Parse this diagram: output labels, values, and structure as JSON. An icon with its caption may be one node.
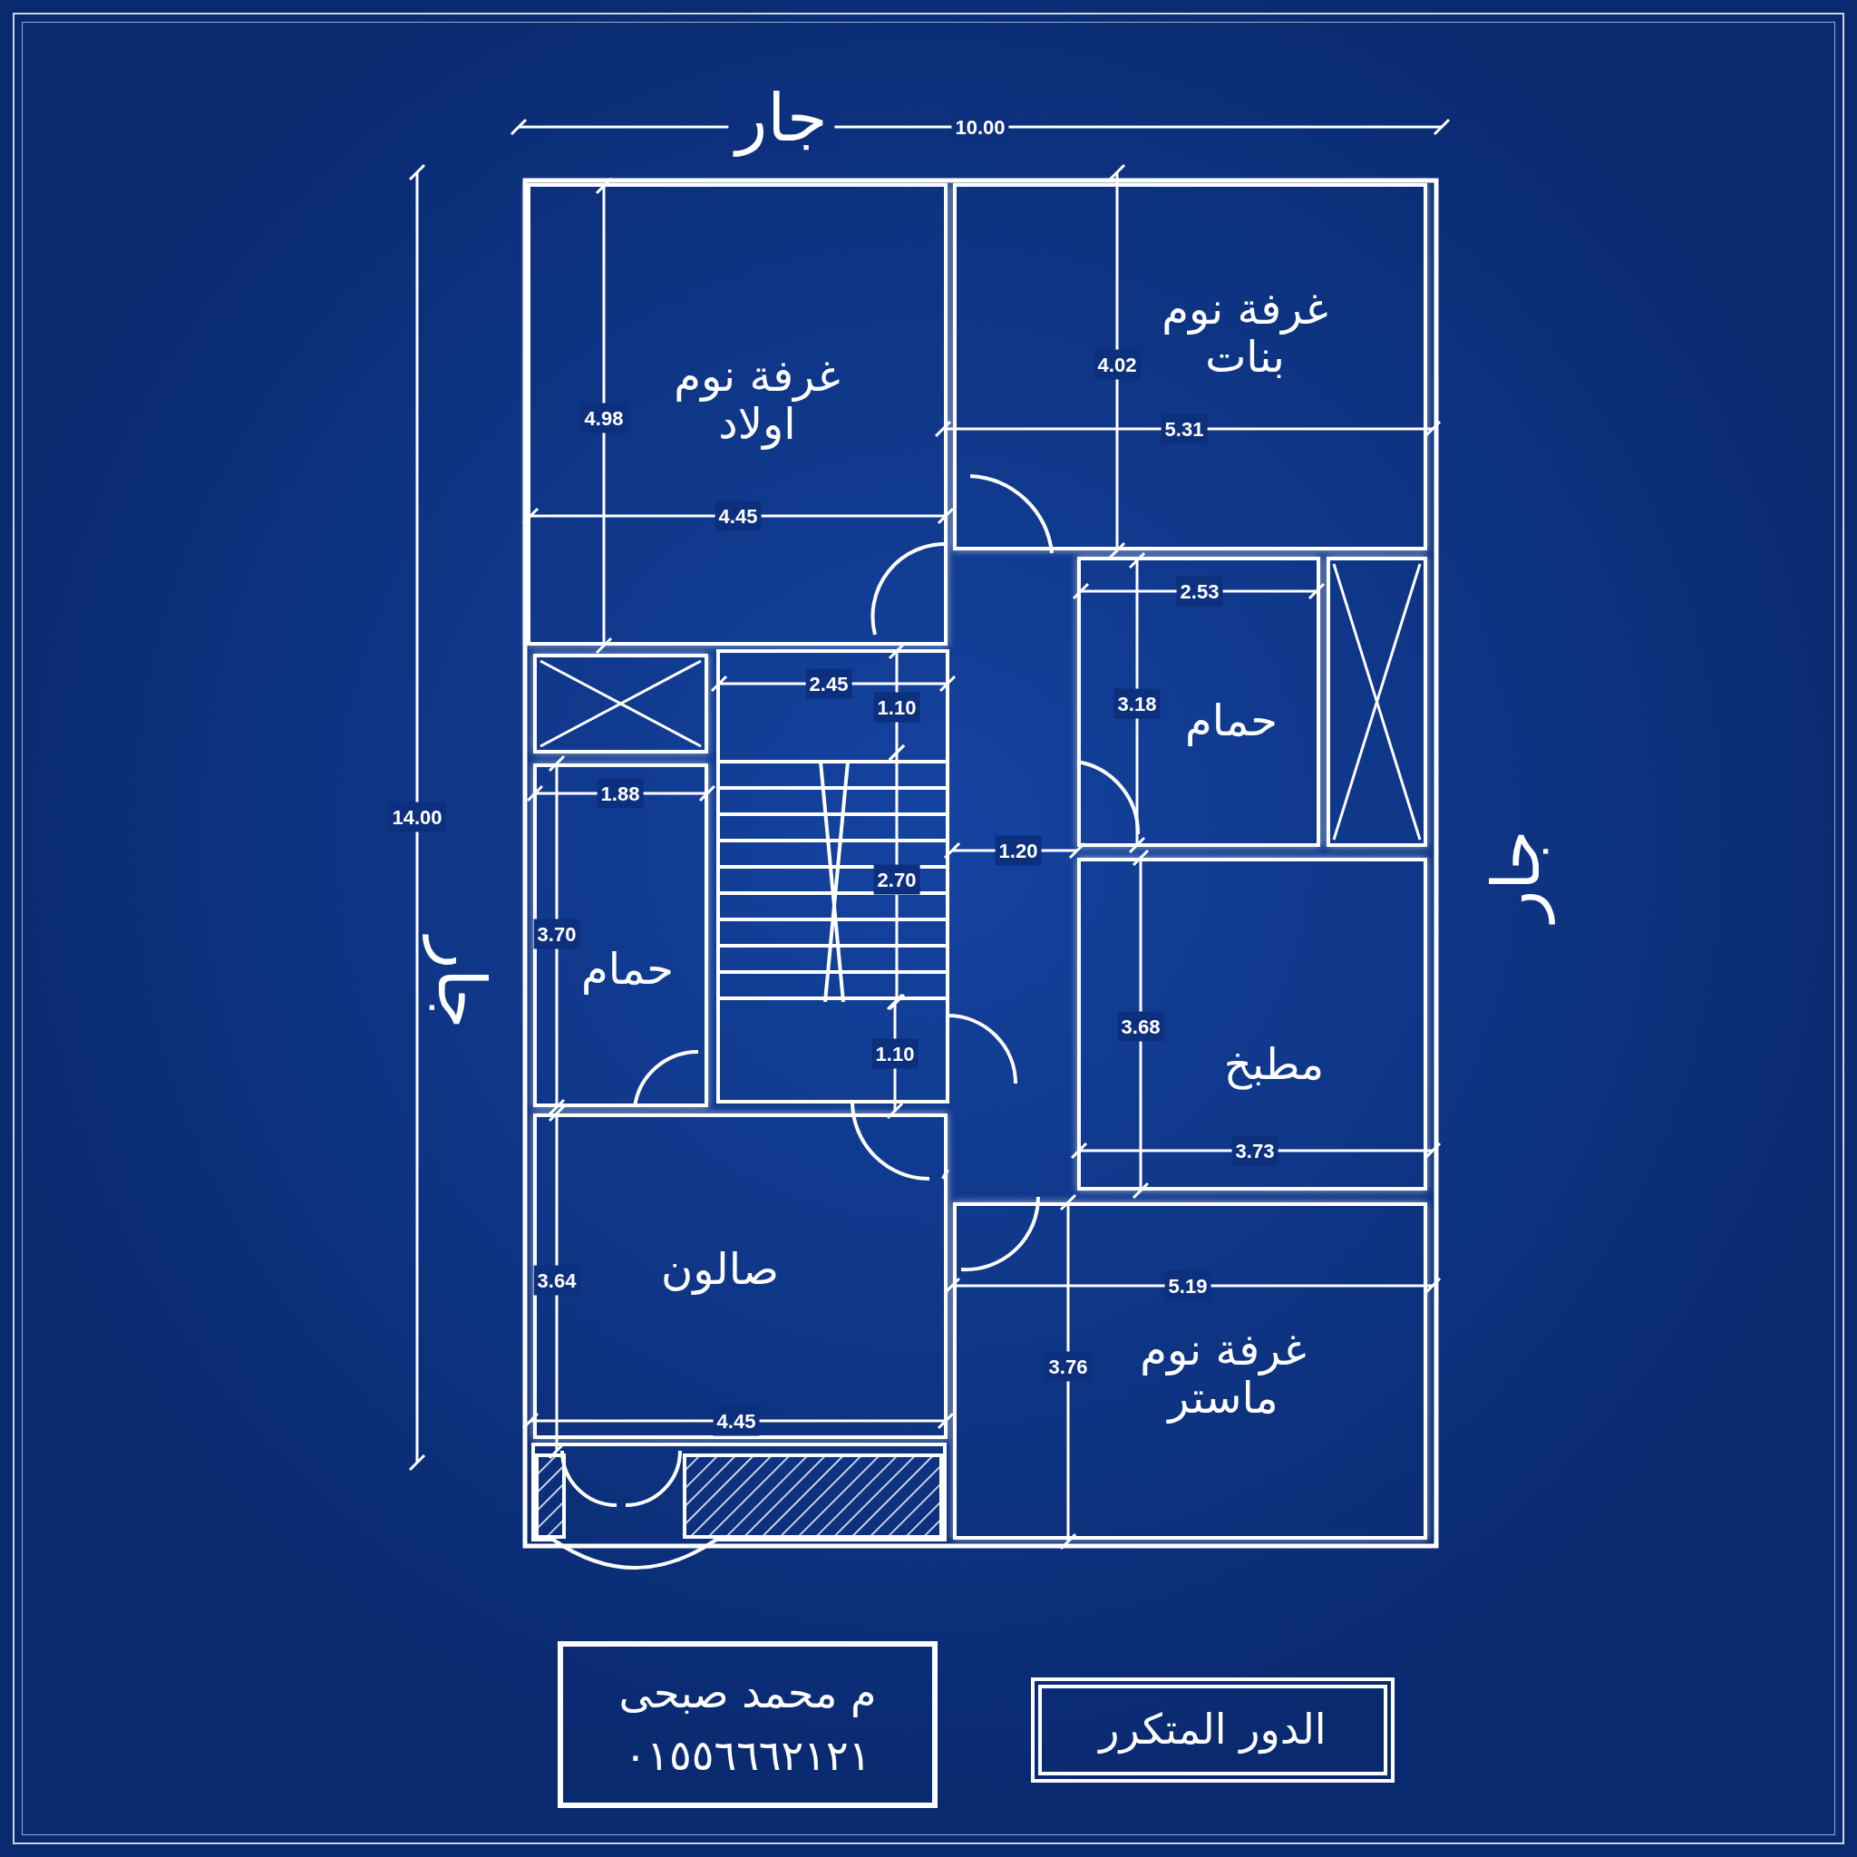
{
  "diagram": {
    "nodes": [
      {
        "text": [
          "غرفة نوم اولاد"
        ]
      },
      {
        "text": [
          "غرفة نوم بنات"
        ]
      },
      {
        "text": [
          "حمام"
        ]
      },
      {
        "text": [],
        "shape": "box"
      },
      {
        "text": [
          "مطبخ"
        ]
      },
      {
        "text": [],
        "shape": "box"
      },
      {
        "text": [
          "حمام"
        ]
      },
      {
        "text": [
          "صالون"
        ]
      },
      {
        "text": [
          "غرفة نوم ماستر"
        ]
      },
      {
        "text": [
          "م محمد صبحى",
          "٠١٥٥٦٦٦٢١٢١"
        ]
      },
      {
        "text": [
          "الدور المتكرر"
        ]
      }
    ],
    "edges": [],
    "labels": [
      "جار",
      "10.00",
      "14.00",
      "جار",
      "جار",
      "4.98",
      "4.02",
      "5.31",
      "4.45",
      "2.53",
      "2.45",
      "1.10",
      "3.18",
      "1.88",
      "1.20",
      "2.70",
      "3.70",
      "3.68",
      "1.10",
      "3.73",
      "3.64",
      "5.19",
      "3.76",
      "4.45"
    ]
  }
}
